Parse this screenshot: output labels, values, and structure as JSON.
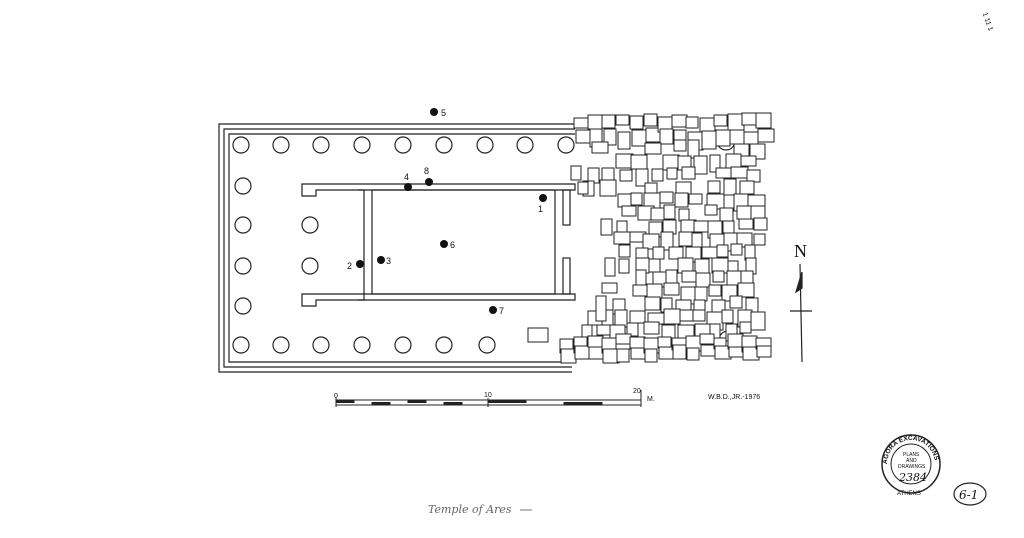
{
  "drawing": {
    "top_right_mark": "1 11 1",
    "markers": [
      {
        "label": "1"
      },
      {
        "label": "2"
      },
      {
        "label": "3"
      },
      {
        "label": "4"
      },
      {
        "label": "5"
      },
      {
        "label": "6"
      },
      {
        "label": "7"
      },
      {
        "label": "8"
      }
    ],
    "north_label": "N",
    "scale": {
      "tick_0": "0",
      "tick_10": "10",
      "tick_20": "20",
      "unit": "M."
    },
    "credit": "W.B.D.,JR.-1976",
    "stamp": {
      "line1": "AGORA EXCAVATIONS",
      "line2": "PLANS",
      "line3": "AND",
      "line4": "DRAWINGS",
      "number": "2384",
      "city": "ATHENS"
    },
    "sheet_number": "6-1",
    "caption": "Temple of Ares"
  }
}
